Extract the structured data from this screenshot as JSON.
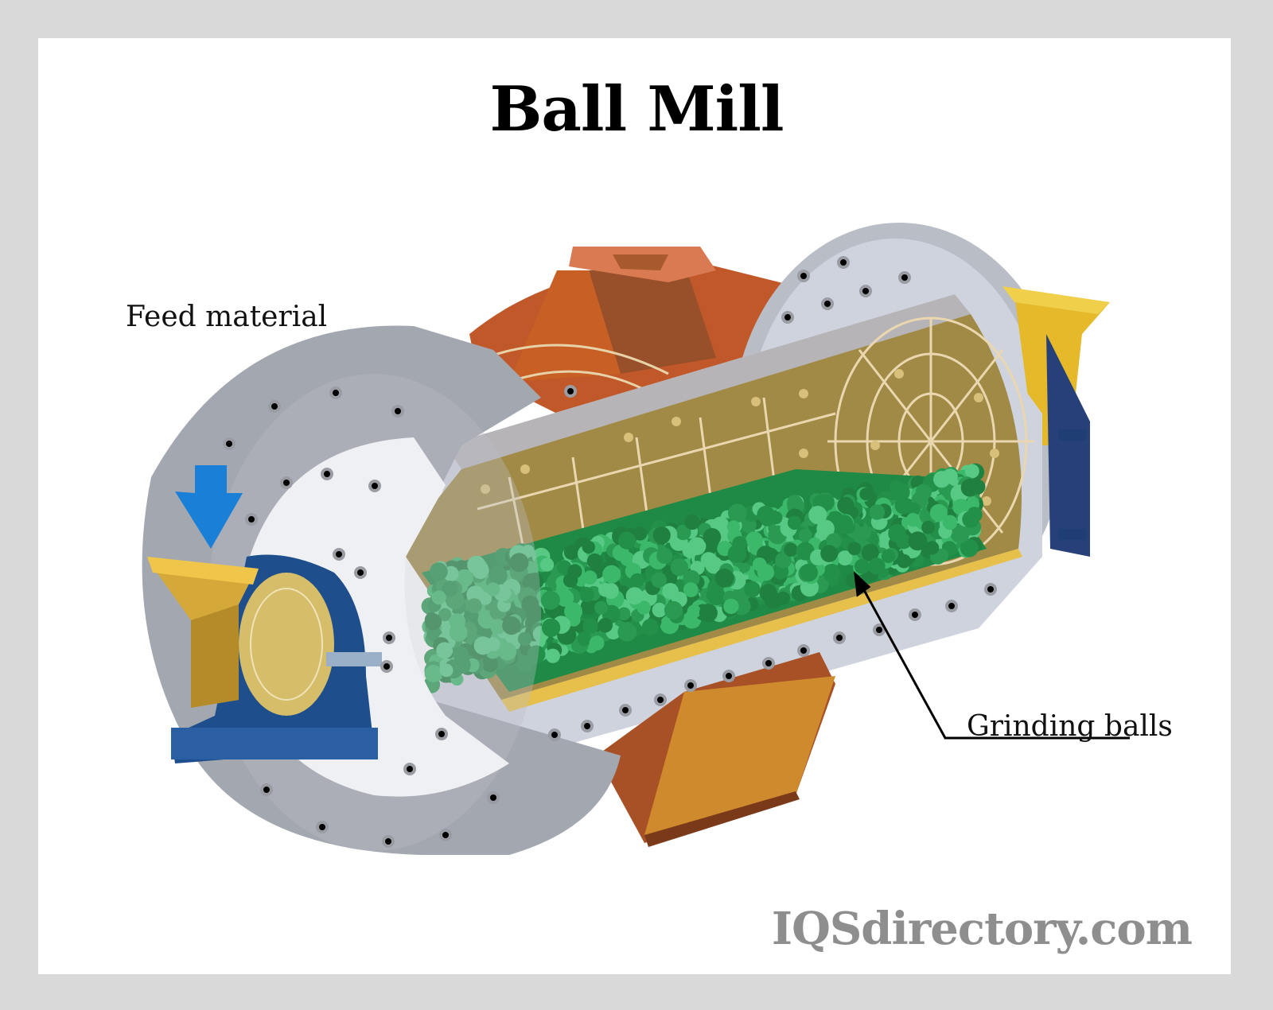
{
  "title": "Ball Mill",
  "labels": {
    "feed_material": "Feed material",
    "grinding_balls": "Grinding balls"
  },
  "watermark": "IQSdirectory.com",
  "colors": {
    "frame": "#d9d9d9",
    "background": "#ffffff",
    "shell_gray": "#a9adb5",
    "shell_light": "#cfd3de",
    "liner_olive": "#a08a45",
    "liner_lines": "#ead7b0",
    "balls_green": "#2e9e4f",
    "housing_orange": "#c0582a",
    "bearing_blue": "#1e4f8c",
    "hopper_yellow": "#e0b72e",
    "arrow_blue": "#1a7fd6",
    "watermark_gray": "#8e8e8e"
  },
  "icons": {
    "feed_arrow": "down-arrow-icon"
  }
}
